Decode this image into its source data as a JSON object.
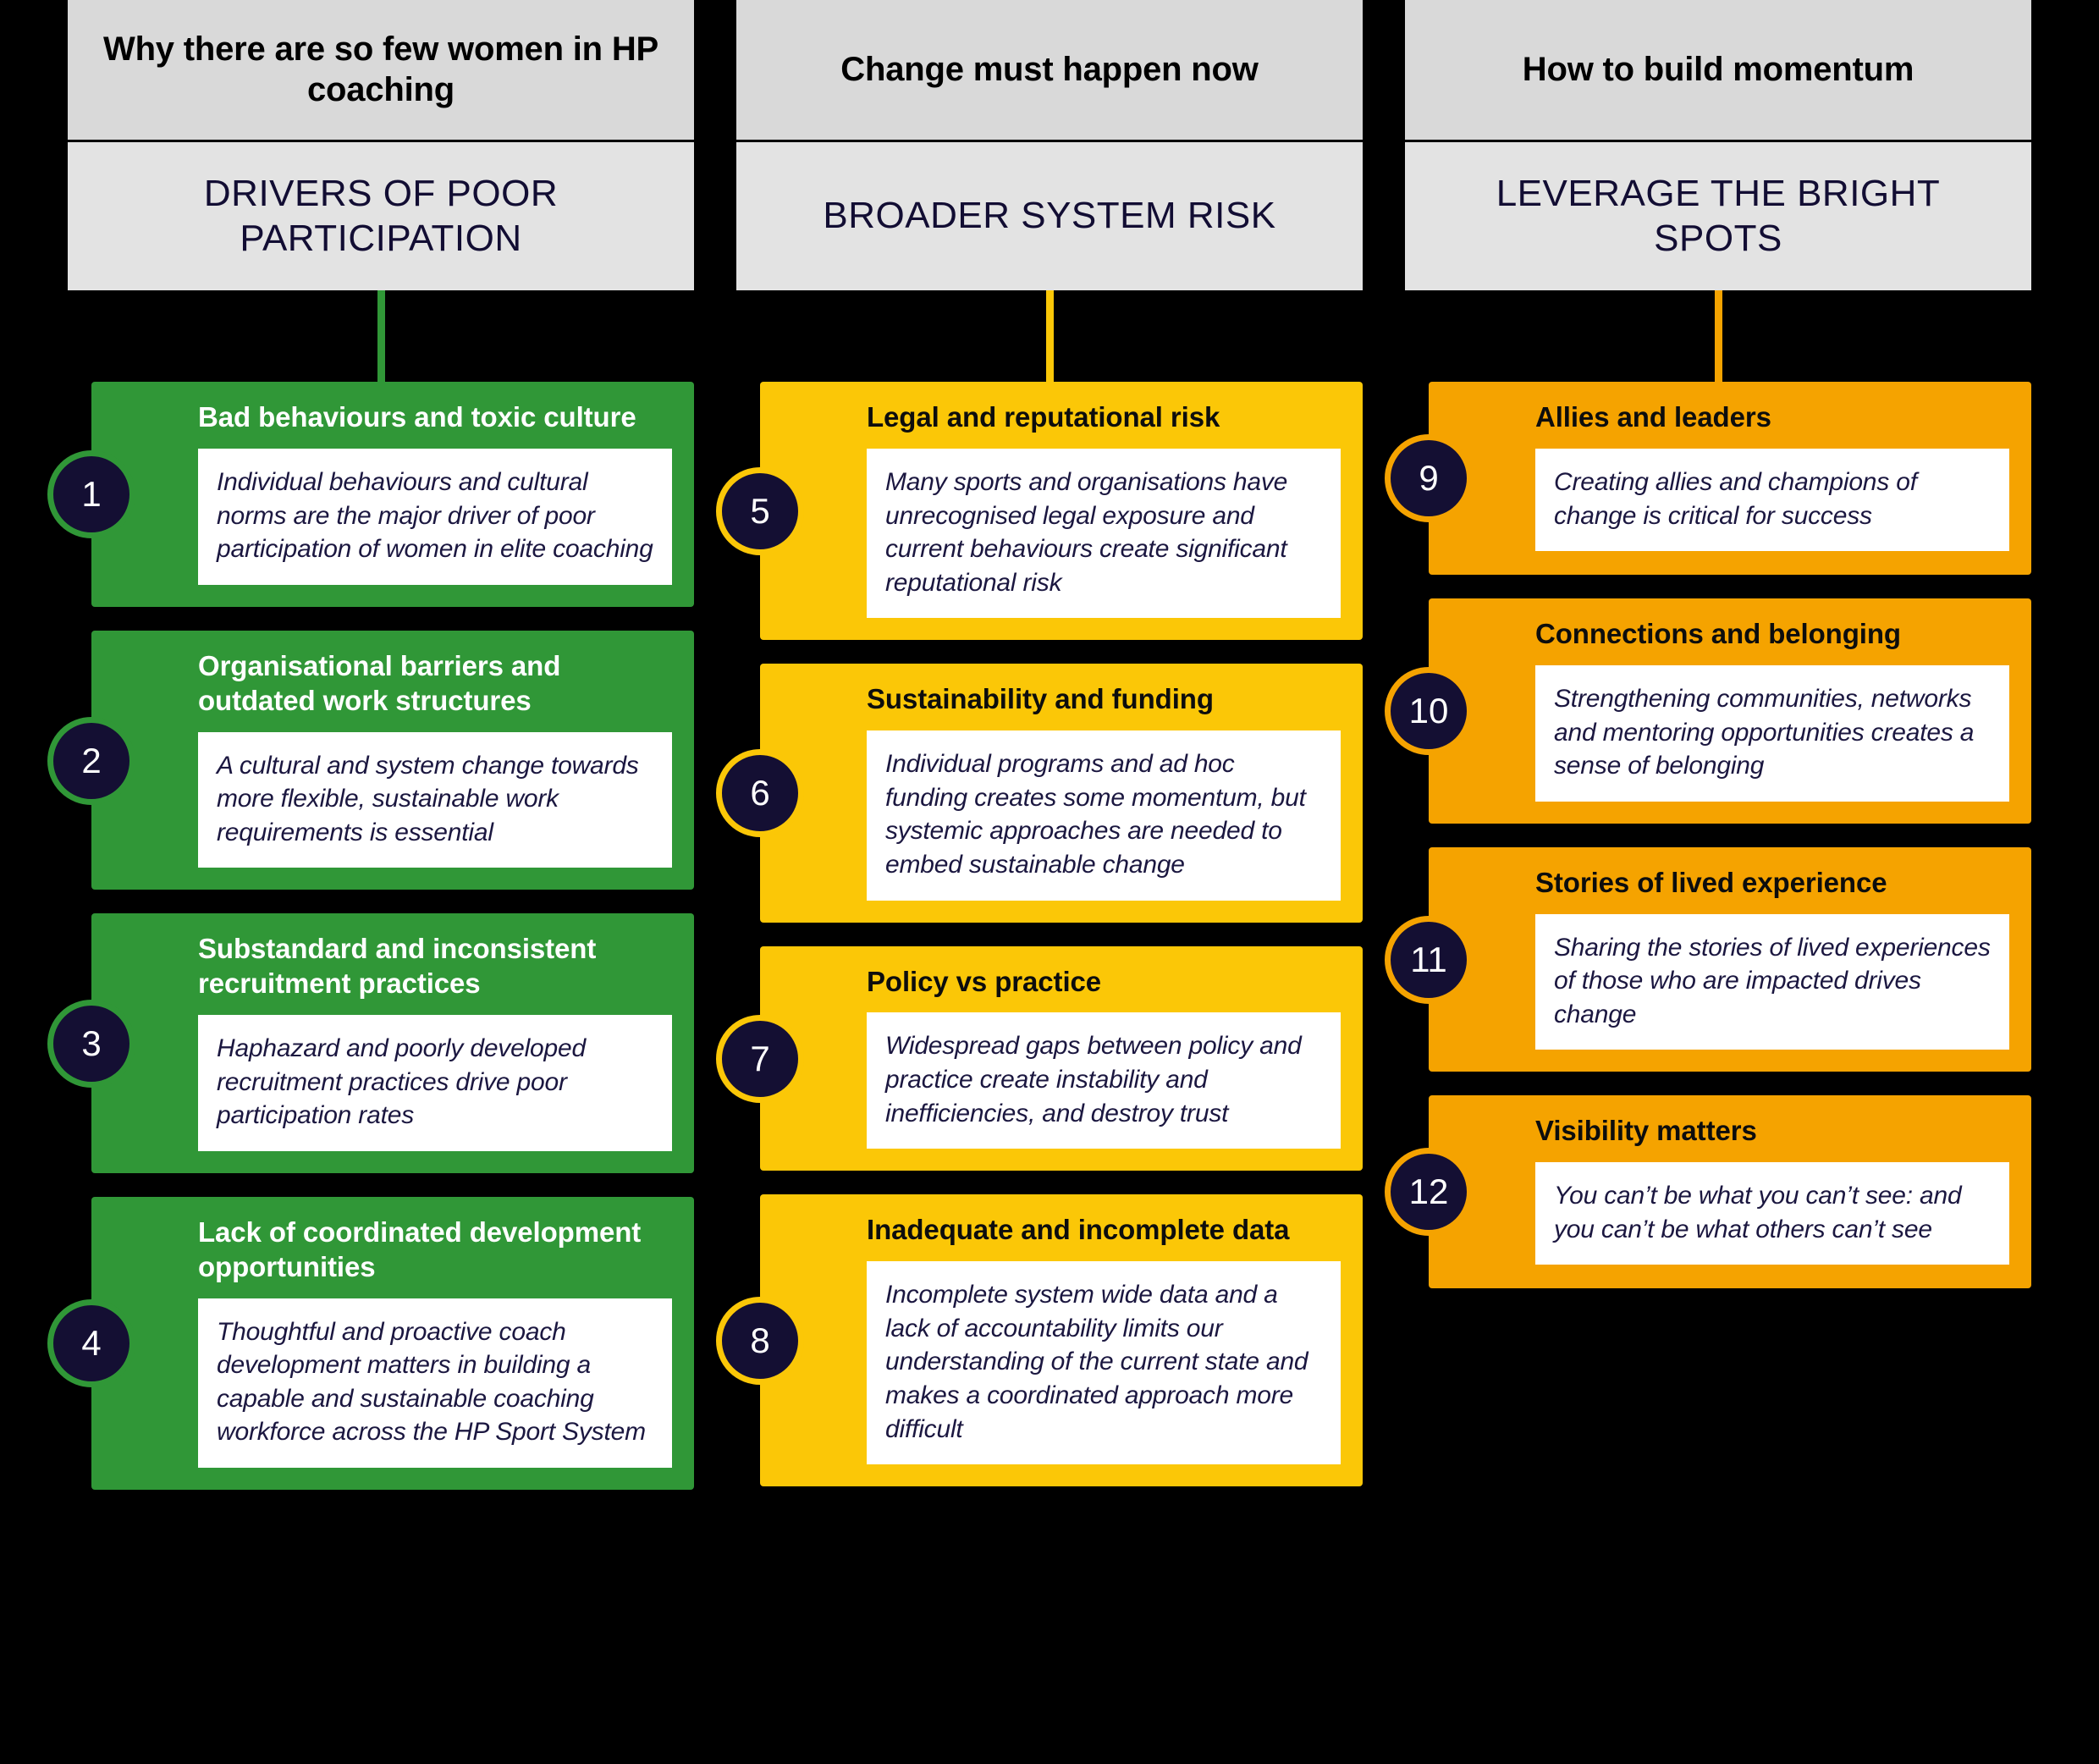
{
  "colors": {
    "green": "#309737",
    "yellow": "#fbc707",
    "orange": "#f5a300",
    "navy": "#140f33",
    "header_top_bg": "#d9d9d9",
    "header_sub_bg": "#e3e3e3",
    "page_bg": "#000000"
  },
  "columns": [
    {
      "theme": "green",
      "header_top": "Why there are so few women in HP coaching",
      "header_sub": "DRIVERS OF POOR PARTICIPATION",
      "cards": [
        {
          "number": "1",
          "title": "Bad behaviours and toxic culture",
          "body": "Individual behaviours and cultural norms are the major driver of poor participation of women in elite coaching"
        },
        {
          "number": "2",
          "title": "Organisational barriers and outdated work structures",
          "body": "A cultural and system change towards more flexible, sustainable work requirements is essential"
        },
        {
          "number": "3",
          "title": "Substandard and inconsistent recruitment practices",
          "body": "Haphazard and poorly developed recruitment practices drive poor participation rates"
        },
        {
          "number": "4",
          "title": "Lack of coordinated development opportunities",
          "body": "Thoughtful and proactive coach development matters in building a capable and sustainable coaching workforce across the HP Sport System"
        }
      ]
    },
    {
      "theme": "yellow",
      "header_top": "Change must happen now",
      "header_sub": "BROADER SYSTEM RISK",
      "cards": [
        {
          "number": "5",
          "title": "Legal and reputational risk",
          "body": "Many sports and organisations have unrecognised legal exposure and current behaviours create significant reputational risk"
        },
        {
          "number": "6",
          "title": "Sustainability and funding",
          "body": "Individual programs and ad hoc funding creates some momentum, but systemic approaches are needed to embed sustainable change"
        },
        {
          "number": "7",
          "title": "Policy vs practice",
          "body": "Widespread gaps between policy and practice create instability and inefficiencies, and destroy trust"
        },
        {
          "number": "8",
          "title": "Inadequate and incomplete data",
          "body": "Incomplete system wide data and a lack of accountability limits our understanding of the current state and makes a coordinated approach more difficult"
        }
      ]
    },
    {
      "theme": "orange",
      "header_top": "How to build momentum",
      "header_sub": "LEVERAGE THE BRIGHT SPOTS",
      "cards": [
        {
          "number": "9",
          "title": "Allies and leaders",
          "body": "Creating allies and champions of change is critical for success"
        },
        {
          "number": "10",
          "title": "Connections and belonging",
          "body": "Strengthening communities, networks and mentoring opportunities creates a sense of belonging"
        },
        {
          "number": "11",
          "title": "Stories of lived experience",
          "body": "Sharing the stories of lived experiences of those who are impacted drives change"
        },
        {
          "number": "12",
          "title": "Visibility matters",
          "body": "You can’t be what you can’t see: and you can’t be what others can’t see"
        }
      ]
    }
  ]
}
